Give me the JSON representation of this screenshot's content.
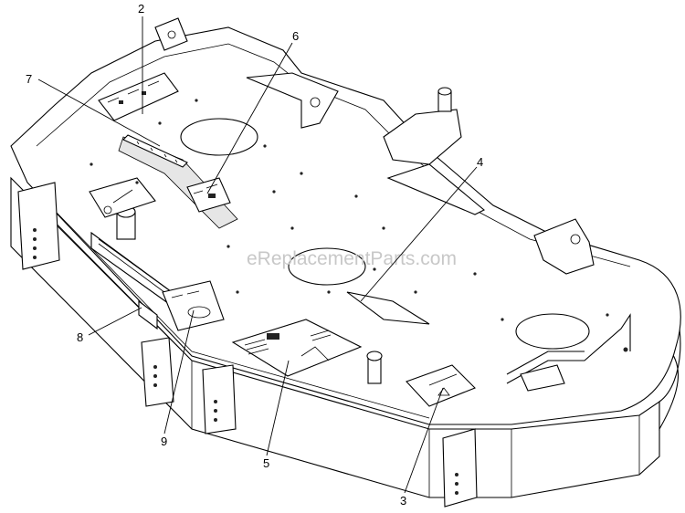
{
  "watermark": "eReplacementParts.com",
  "callouts": [
    {
      "id": "c2",
      "label": "2"
    },
    {
      "id": "c6",
      "label": "6"
    },
    {
      "id": "c7",
      "label": "7"
    },
    {
      "id": "c4",
      "label": "4"
    },
    {
      "id": "c8",
      "label": "8"
    },
    {
      "id": "c9",
      "label": "9"
    },
    {
      "id": "c5",
      "label": "5"
    },
    {
      "id": "c3",
      "label": "3"
    }
  ]
}
